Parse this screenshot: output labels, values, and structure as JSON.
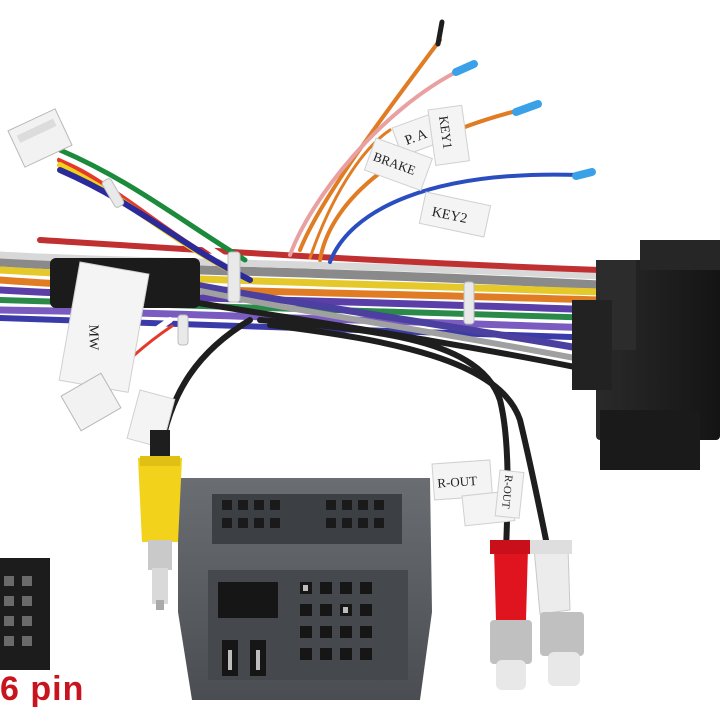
{
  "product": {
    "wire_labels": [
      "P. A",
      "KEY1",
      "BRAKE",
      "KEY2",
      "MW",
      "R-OUT",
      "R-OUT"
    ],
    "pin_label": "6 pin"
  },
  "colors": {
    "background": "#ffffff",
    "connector_black": "#1e1e1e",
    "connector_gray": "#5a5e63",
    "rca_yellow": "#f2d21b",
    "rca_red": "#e0141e",
    "rca_white": "#ececec",
    "pin_label": "#c8141e"
  },
  "icons": [
    "harness-plug-icon",
    "rca-plug-icon",
    "white-header-icon"
  ]
}
